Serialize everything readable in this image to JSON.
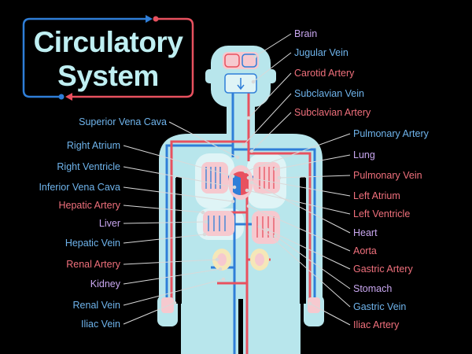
{
  "title": {
    "line1": "Circulatory",
    "line2": "System"
  },
  "colors": {
    "background": "#000000",
    "body": "#b8e6ec",
    "artery": "#e8515f",
    "vein": "#2f7ed8",
    "label_artery": "#f0707c",
    "label_vein": "#6fb4ec",
    "label_organ": "#c9a7f0",
    "leader_line": "#d9d9d9",
    "title_text": "#bfeff2"
  },
  "labels_left": [
    {
      "text": "Superior Vena Cava",
      "kind": "vein"
    },
    {
      "text": "Right Atrium",
      "kind": "vein"
    },
    {
      "text": "Right Ventricle",
      "kind": "vein"
    },
    {
      "text": "Inferior Vena Cava",
      "kind": "vein"
    },
    {
      "text": "Hepatic Artery",
      "kind": "artery"
    },
    {
      "text": "Liver",
      "kind": "organ"
    },
    {
      "text": "Hepatic Vein",
      "kind": "vein"
    },
    {
      "text": "Renal Artery",
      "kind": "artery"
    },
    {
      "text": "Kidney",
      "kind": "organ"
    },
    {
      "text": "Renal Vein",
      "kind": "vein"
    },
    {
      "text": "Iliac Vein",
      "kind": "vein"
    }
  ],
  "labels_right": [
    {
      "text": "Brain",
      "kind": "organ"
    },
    {
      "text": "Jugular Vein",
      "kind": "vein"
    },
    {
      "text": "Carotid Artery",
      "kind": "artery"
    },
    {
      "text": "Subclavian Vein",
      "kind": "vein"
    },
    {
      "text": "Subclavian Artery",
      "kind": "artery"
    },
    {
      "text": "Pulmonary Artery",
      "kind": "vein"
    },
    {
      "text": "Lung",
      "kind": "organ"
    },
    {
      "text": "Pulmonary Vein",
      "kind": "artery"
    },
    {
      "text": "Left Atrium",
      "kind": "artery"
    },
    {
      "text": "Left Ventricle",
      "kind": "artery"
    },
    {
      "text": "Heart",
      "kind": "organ"
    },
    {
      "text": "Aorta",
      "kind": "artery"
    },
    {
      "text": "Gastric Artery",
      "kind": "artery"
    },
    {
      "text": "Stomach",
      "kind": "organ"
    },
    {
      "text": "Gastric Vein",
      "kind": "vein"
    },
    {
      "text": "Iliac Artery",
      "kind": "artery"
    }
  ]
}
